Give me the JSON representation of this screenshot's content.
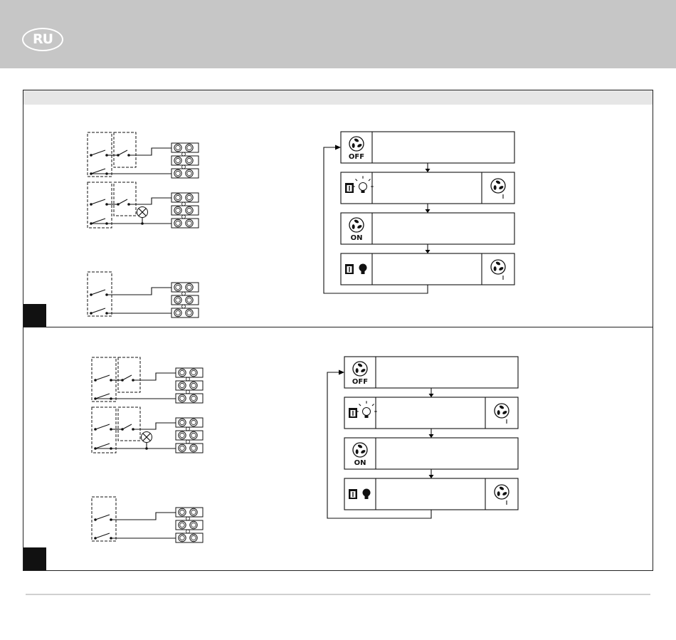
{
  "header": {
    "language_code": "RU"
  },
  "sections": [
    {
      "steps": [
        {
          "icon": "fan-off-icon",
          "label": "OFF",
          "indicator": false
        },
        {
          "icon": "light-off-icon",
          "label": "",
          "indicator": true
        },
        {
          "icon": "fan-on-icon",
          "label": "ON",
          "indicator": false
        },
        {
          "icon": "light-on-icon",
          "label": "",
          "indicator": true
        }
      ]
    },
    {
      "steps": [
        {
          "icon": "fan-off-icon",
          "label": "OFF",
          "indicator": false
        },
        {
          "icon": "light-off-icon",
          "label": "",
          "indicator": true
        },
        {
          "icon": "fan-on-icon",
          "label": "ON",
          "indicator": false
        },
        {
          "icon": "light-on-icon",
          "label": "",
          "indicator": true
        }
      ]
    }
  ]
}
